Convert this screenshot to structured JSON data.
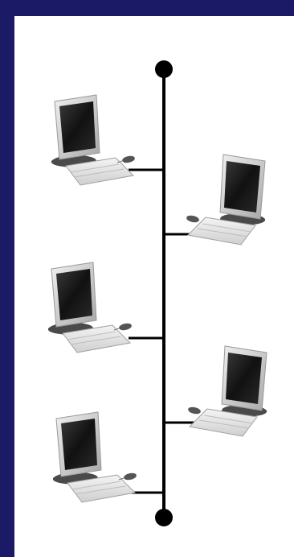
{
  "diagram": {
    "type": "bus-topology",
    "terminators": 2,
    "computers": [
      {
        "id": "pc-1",
        "side": "left"
      },
      {
        "id": "pc-2",
        "side": "right"
      },
      {
        "id": "pc-3",
        "side": "left"
      },
      {
        "id": "pc-4",
        "side": "right"
      },
      {
        "id": "pc-5",
        "side": "left"
      }
    ],
    "colors": {
      "frame": "#1a1a66",
      "background": "#ffffff",
      "bus": "#000000",
      "monitor_body": "#d6d6d6",
      "screen": "#111111",
      "base": "#505050"
    }
  }
}
